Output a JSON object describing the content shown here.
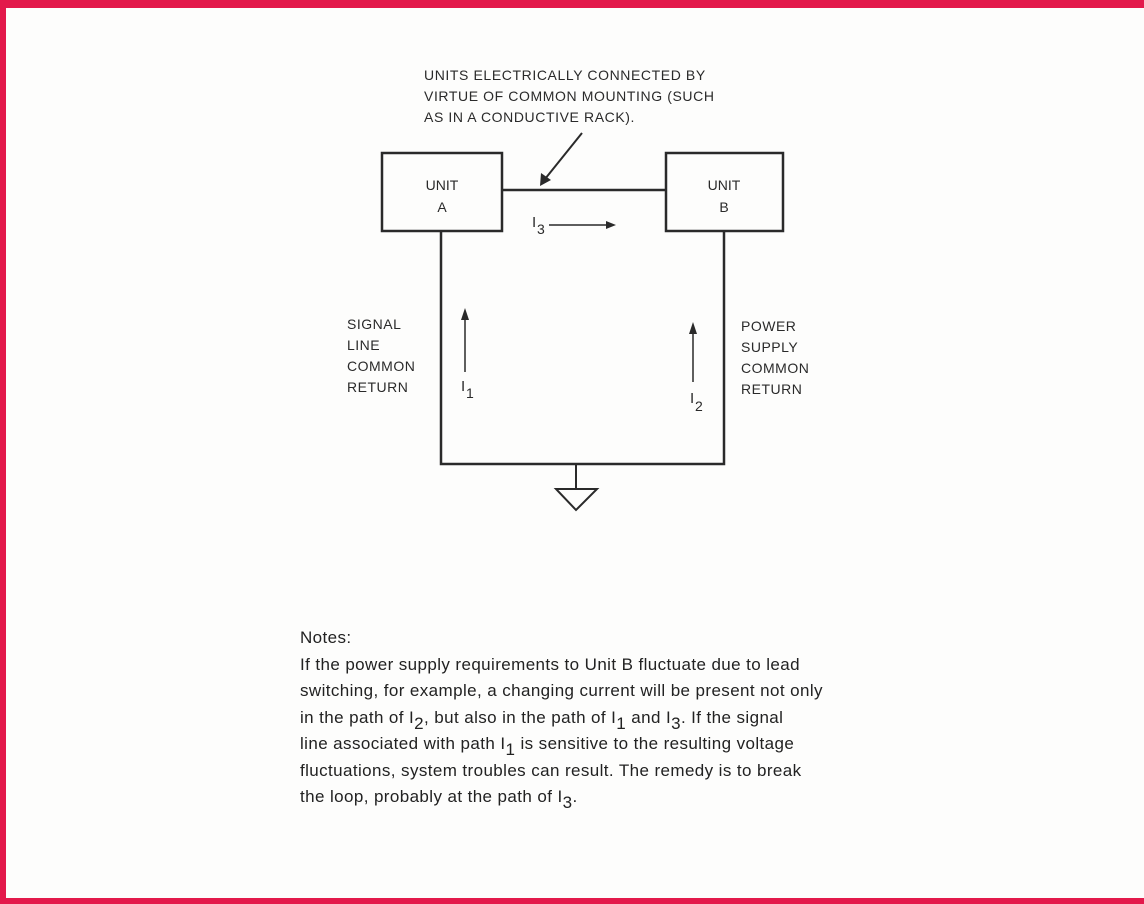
{
  "diagram": {
    "connection_note": [
      "UNITS ELECTRICALLY CONNECTED BY",
      "VIRTUE OF COMMON MOUNTING (SUCH",
      "AS IN A CONDUCTIVE RACK)."
    ],
    "unit_a": {
      "line1": "UNIT",
      "line2": "A"
    },
    "unit_b": {
      "line1": "UNIT",
      "line2": "B"
    },
    "current_3": {
      "main": "I",
      "sub": "3"
    },
    "current_1": {
      "main": "I",
      "sub": "1"
    },
    "current_2": {
      "main": "I",
      "sub": "2"
    },
    "left_label": [
      "SIGNAL",
      "LINE",
      "COMMON",
      "RETURN"
    ],
    "right_label": [
      "POWER",
      "SUPPLY",
      "COMMON",
      "RETURN"
    ],
    "colors": {
      "border": "#e3194b",
      "ink": "#2a2a2a"
    },
    "ground_symbol": "ground-triangle-icon"
  },
  "notes": {
    "title": "Notes:",
    "line1": "If the power supply requirements to Unit B fluctuate due to lead",
    "line2": "switching, for example, a changing current will be present not only",
    "line3_a": "in the path of I",
    "line3_s1": "2",
    "line3_b": ", but also in the path of I",
    "line3_s2": "1",
    "line3_c": " and I",
    "line3_s3": "3",
    "line3_d": ".  If the signal",
    "line4_a": "line associated with path I",
    "line4_s1": "1",
    "line4_b": " is sensitive to the resulting voltage",
    "line5": "fluctuations, system troubles can result.  The remedy is to break",
    "line6_a": "the loop, probably at the path of I",
    "line6_s1": "3",
    "line6_b": "."
  }
}
